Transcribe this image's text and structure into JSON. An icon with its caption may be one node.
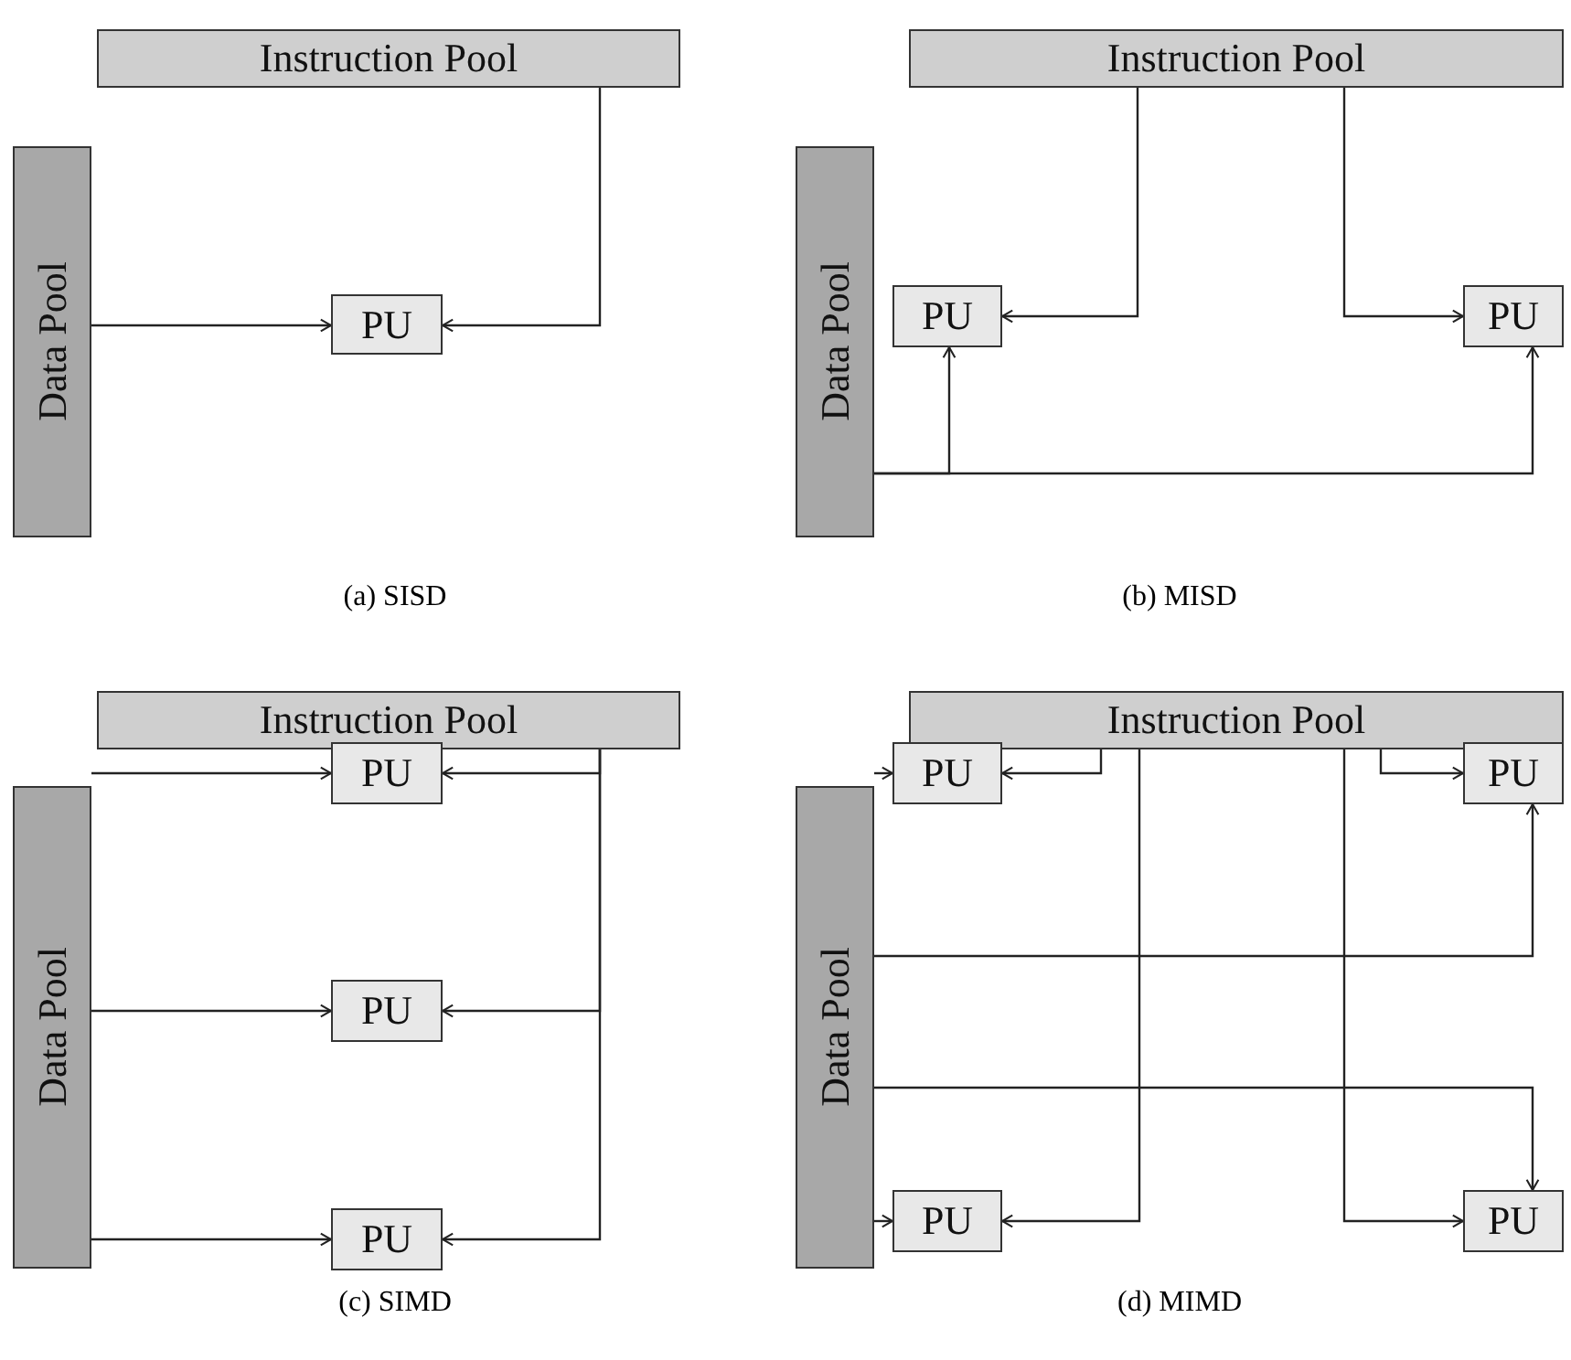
{
  "diagram": {
    "nodes": [
      {
        "text": [
          "Instruction Pool"
        ]
      },
      {
        "text": [
          "Data Pool"
        ]
      },
      {
        "text": [
          "PU"
        ]
      },
      {
        "text": [
          "Instruction Pool"
        ]
      },
      {
        "text": [
          "Data Pool"
        ]
      },
      {
        "text": [
          "PU"
        ]
      },
      {
        "text": [
          "PU"
        ]
      },
      {
        "text": [
          "Instruction Pool"
        ]
      },
      {
        "text": [
          "Data Pool"
        ]
      },
      {
        "text": [
          "PU"
        ]
      },
      {
        "text": [
          "PU"
        ]
      },
      {
        "text": [
          "PU"
        ]
      },
      {
        "text": [
          "Instruction Pool"
        ]
      },
      {
        "text": [
          "Data Pool"
        ]
      },
      {
        "text": [
          "PU"
        ]
      },
      {
        "text": [
          "PU"
        ]
      },
      {
        "text": [
          "PU"
        ]
      },
      {
        "text": [
          "PU"
        ]
      }
    ],
    "edges": [
      {
        "from": 1,
        "to": 2,
        "arrow": "to"
      },
      {
        "from": 0,
        "to": 2,
        "arrow": "to"
      },
      {
        "from": 3,
        "to": 5,
        "arrow": "to"
      },
      {
        "from": 3,
        "to": 6,
        "arrow": "to"
      },
      {
        "from": 4,
        "to": 5,
        "arrow": "to"
      },
      {
        "from": 4,
        "to": 6,
        "arrow": "to"
      },
      {
        "from": 8,
        "to": 9,
        "arrow": "to"
      },
      {
        "from": 8,
        "to": 10,
        "arrow": "to"
      },
      {
        "from": 8,
        "to": 11,
        "arrow": "to"
      },
      {
        "from": 7,
        "to": 9,
        "arrow": "to"
      },
      {
        "from": 7,
        "to": 10,
        "arrow": "to"
      },
      {
        "from": 7,
        "to": 11,
        "arrow": "to"
      },
      {
        "from": 12,
        "to": 14,
        "arrow": "to"
      },
      {
        "from": 12,
        "to": 16,
        "arrow": "to"
      },
      {
        "from": 12,
        "to": 17,
        "arrow": "to"
      },
      {
        "from": 12,
        "to": 15,
        "arrow": "to"
      },
      {
        "from": 13,
        "to": 14,
        "arrow": "to"
      },
      {
        "from": 13,
        "to": 15,
        "arrow": "to"
      },
      {
        "from": 13,
        "to": 16,
        "arrow": "to"
      },
      {
        "from": 13,
        "to": 17,
        "arrow": "to"
      }
    ],
    "labels": [
      "(a) SISD",
      "(b) MISD",
      "(c) SIMD",
      "(d) MIMD"
    ]
  }
}
